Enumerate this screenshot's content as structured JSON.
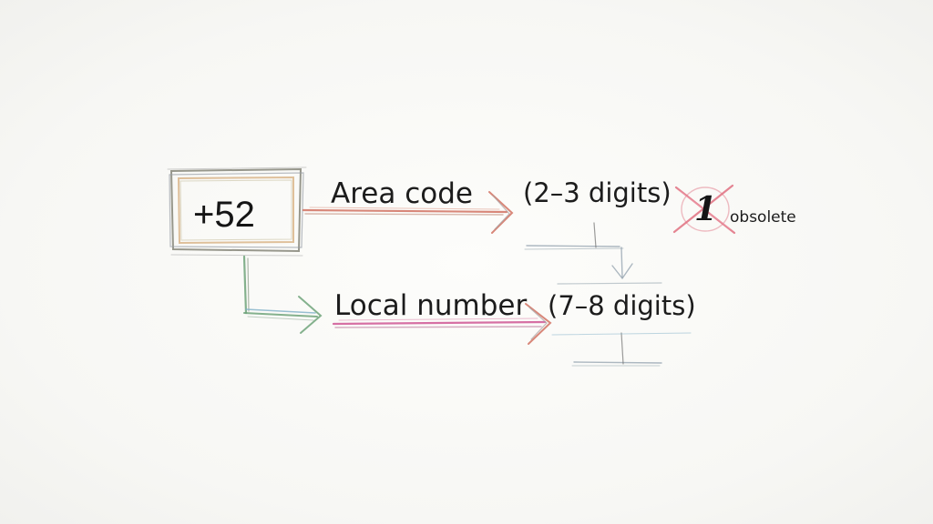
{
  "diagram": {
    "country_code": "+52",
    "area_code_label": "Area code",
    "area_code_digits": "(2–3 digits)",
    "obsolete_digit": "1",
    "obsolete_label": "obsolete",
    "local_number_label": "Local number",
    "local_number_digits": "(7–8 digits)"
  },
  "colors": {
    "ink": "#1c1c1c",
    "box_outer": "#8c8c80",
    "box_inner": "#d9b58a",
    "area_arrow": "#d47a6a",
    "local_arrow": "#d2609a",
    "branch_line": "#6fa37a",
    "branch_line_blue": "#7fb0c8",
    "strike": "#e07080"
  }
}
